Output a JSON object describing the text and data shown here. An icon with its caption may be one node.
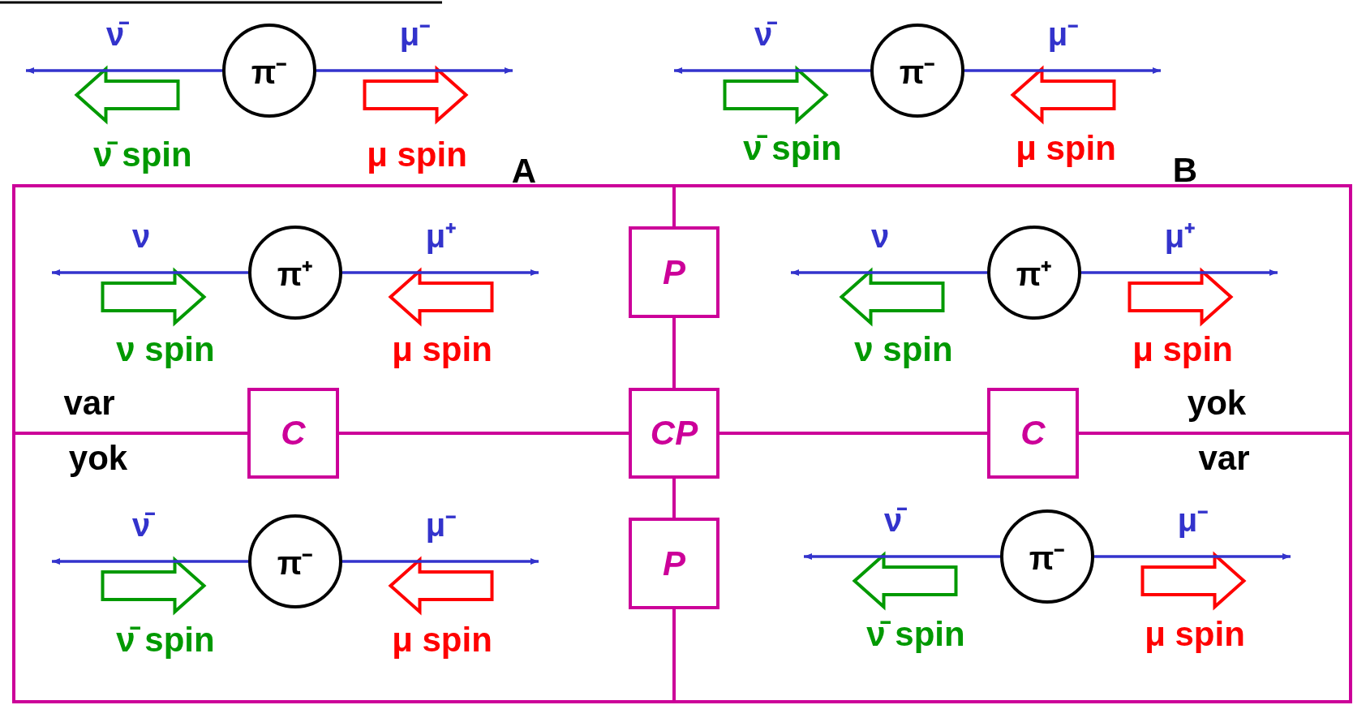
{
  "diagram": {
    "nodes": [
      {
        "text": [
          "π⁻"
        ]
      },
      {
        "text": [
          "π⁻"
        ]
      },
      {
        "text": [
          "P"
        ]
      },
      {
        "text": [
          "π⁺"
        ]
      },
      {
        "text": [
          "π⁺"
        ]
      },
      {
        "text": [
          "C"
        ]
      },
      {
        "text": [
          "CP"
        ]
      },
      {
        "text": [
          "C"
        ]
      },
      {
        "text": [
          "π⁻"
        ]
      },
      {
        "text": [
          "P"
        ]
      },
      {
        "text": [
          "π⁻"
        ]
      }
    ],
    "edges": [
      {
        "from": 0,
        "to": null,
        "arrow": "to",
        "label": "ν̄"
      },
      {
        "from": 0,
        "to": null,
        "arrow": "to",
        "label": "μ⁻"
      },
      {
        "from": 1,
        "to": null,
        "arrow": "to",
        "label": "ν̄"
      },
      {
        "from": 1,
        "to": null,
        "arrow": "to",
        "label": "μ⁻"
      },
      {
        "from": 2,
        "to": 6,
        "arrow": "none",
        "color": "#cc0099"
      },
      {
        "from": 3,
        "to": null,
        "arrow": "to",
        "label": "ν"
      },
      {
        "from": 3,
        "to": null,
        "arrow": "to",
        "label": "μ⁺"
      },
      {
        "from": 4,
        "to": null,
        "arrow": "to",
        "label": "ν"
      },
      {
        "from": 4,
        "to": null,
        "arrow": "to",
        "label": "μ⁺"
      },
      {
        "from": 5,
        "to": 6,
        "arrow": "none",
        "color": "#cc0099"
      },
      {
        "from": 6,
        "to": 7,
        "arrow": "none",
        "color": "#cc0099"
      },
      {
        "from": 6,
        "to": 9,
        "arrow": "none",
        "color": "#cc0099"
      },
      {
        "from": 8,
        "to": null,
        "arrow": "to",
        "label": "ν̄"
      },
      {
        "from": 8,
        "to": null,
        "arrow": "to",
        "label": "μ⁻"
      },
      {
        "from": 10,
        "to": null,
        "arrow": "to",
        "label": "ν̄"
      },
      {
        "from": 10,
        "to": null,
        "arrow": "to",
        "label": "μ⁻"
      }
    ],
    "labels": [
      "ν̄ spin",
      "μ spin",
      "ν̄ spin",
      "μ spin",
      "A",
      "B",
      "ν spin",
      "μ spin",
      "ν spin",
      "μ spin",
      "var",
      "yok",
      "yok",
      "var",
      "ν̄ spin",
      "μ spin",
      "ν̄ spin",
      "μ spin"
    ]
  }
}
